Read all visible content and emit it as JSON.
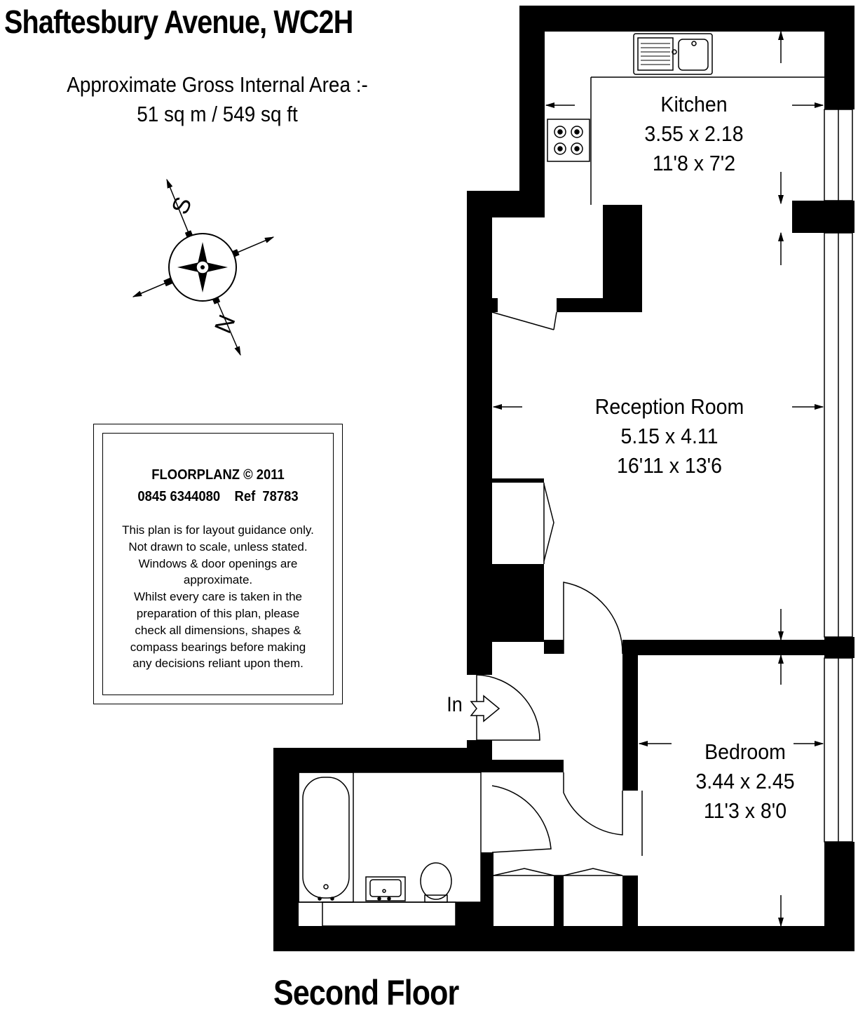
{
  "header": {
    "address": "Shaftesbury Avenue, WC2H",
    "area_label": "Approximate Gross Internal Area :-",
    "area_value": "51 sq m / 549 sq ft"
  },
  "compass": {
    "south_letter": "S",
    "north_letter": "N"
  },
  "disclaimer": {
    "brand": "FLOORPLANZ © 2011",
    "contact": "0845 6344080    Ref  78783",
    "lines": [
      "This plan is for layout guidance only.",
      "Not drawn to scale, unless stated.",
      "Windows & door openings are",
      "approximate.",
      "Whilst every care is taken in the",
      "preparation of this plan, please",
      "check all dimensions, shapes &",
      "compass bearings before making",
      "any decisions reliant upon them."
    ]
  },
  "rooms": {
    "kitchen": {
      "name": "Kitchen",
      "metric": "3.55 x 2.18",
      "imperial": "11'8 x 7'2"
    },
    "reception": {
      "name": "Reception Room",
      "metric": "5.15 x 4.11",
      "imperial": "16'11 x 13'6"
    },
    "bedroom": {
      "name": "Bedroom",
      "metric": "3.44 x 2.45",
      "imperial": "11'3 x 8'0"
    }
  },
  "entrance_label": "In",
  "floor_name": "Second Floor",
  "colors": {
    "wall": "#000000",
    "background": "#ffffff"
  }
}
